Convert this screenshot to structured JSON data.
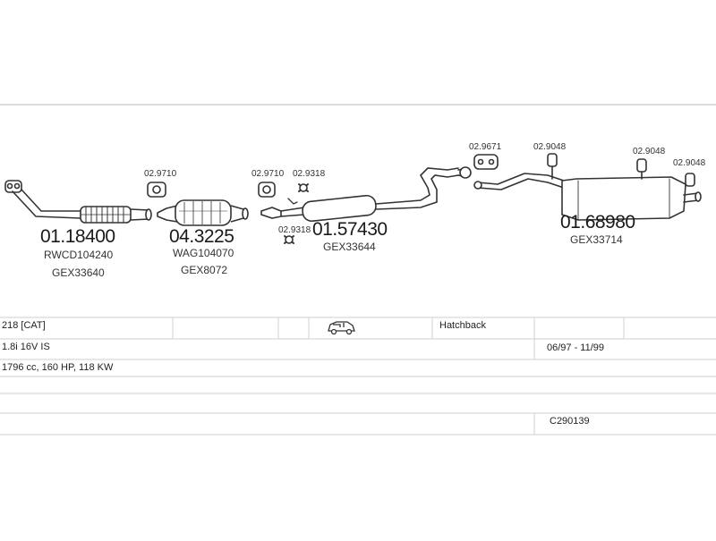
{
  "parts": {
    "downpipe": {
      "number": "01.18400",
      "ref1": "RWCD104240",
      "ref2": "GEX33640"
    },
    "catalyst": {
      "number": "04.3225",
      "ref1": "WAG104070",
      "ref2": "GEX8072",
      "gasket": "02.9710"
    },
    "middle": {
      "number": "01.57430",
      "ref1": "GEX33644",
      "gasket": "02.9710",
      "clamp": "02.9318",
      "mount": "02.9318"
    },
    "rear": {
      "number": "01.68980",
      "ref1": "GEX33714",
      "gasket": "02.9671",
      "hanger1": "02.9048",
      "hanger2": "02.9048",
      "hanger3": "02.9048"
    }
  },
  "info": {
    "model": "218  [CAT]",
    "body_type": "Hatchback",
    "engine": "1.8i 16V IS",
    "period": "06/97 - 11/99",
    "specs": "1796 cc, 160 HP, 118 KW",
    "code": "C290139"
  }
}
